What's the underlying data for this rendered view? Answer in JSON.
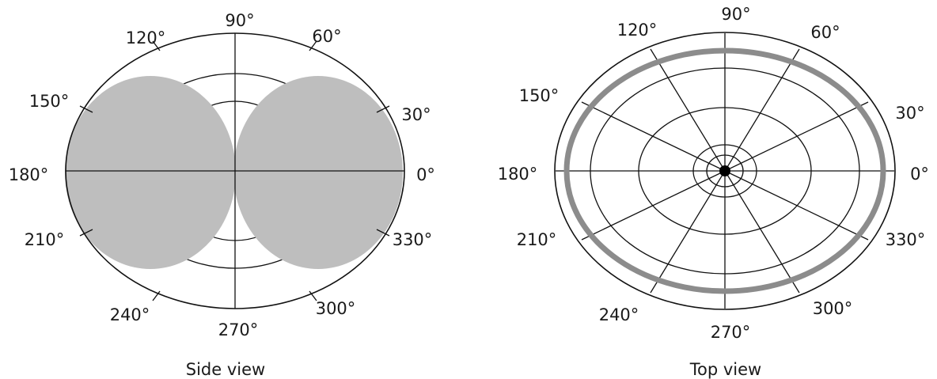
{
  "colors": {
    "pattern_fill": "#bebebe",
    "pattern_ring": "#8c8c8c",
    "grid": "#111111",
    "center_dot": "#000000",
    "text": "#1a1a1a"
  },
  "diagrams": [
    {
      "id": "side",
      "caption": "Side view",
      "pattern": "figure-eight (two lobes along 0° / 180°, nulls at 90° / 270°)",
      "angle_labels": {
        "a0": "0°",
        "a30": "30°",
        "a60": "60°",
        "a90": "90°",
        "a120": "120°",
        "a150": "150°",
        "a180": "180°",
        "a210": "210°",
        "a240": "240°",
        "a270": "270°",
        "a300": "300°",
        "a330": "330°"
      }
    },
    {
      "id": "top",
      "caption": "Top view",
      "pattern": "omnidirectional ring",
      "angle_labels": {
        "a0": "0°",
        "a30": "30°",
        "a60": "60°",
        "a90": "90°",
        "a120": "120°",
        "a150": "150°",
        "a180": "180°",
        "a210": "210°",
        "a240": "240°",
        "a270": "270°",
        "a300": "300°",
        "a330": "330°"
      }
    }
  ]
}
